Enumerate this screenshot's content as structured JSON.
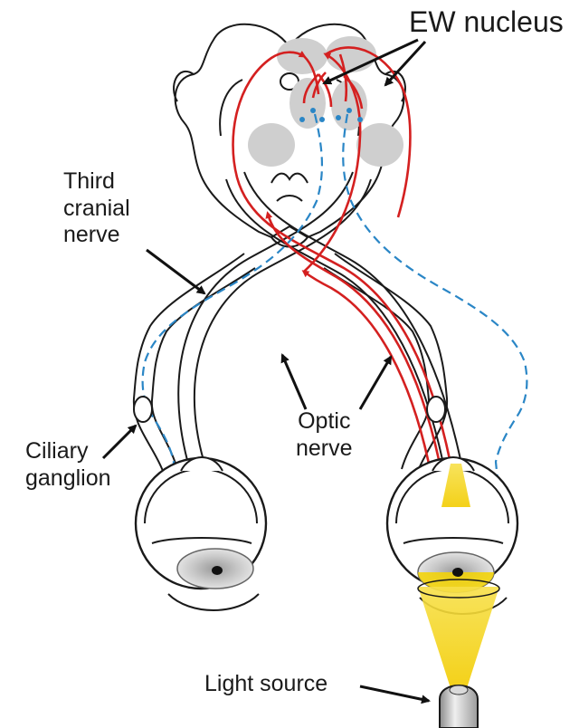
{
  "labels": {
    "ew_nucleus": "EW nucleus",
    "third_cranial_nerve": [
      "Third",
      "cranial",
      "nerve"
    ],
    "optic_nerve": [
      "Optic",
      "nerve"
    ],
    "ciliary_ganglion": [
      "Ciliary",
      "ganglion"
    ],
    "light_source": "Light source"
  },
  "colors": {
    "afferent_pathway": "#d42020",
    "efferent_pathway": "#2a86c6",
    "nucleus_fill": "#cfcfcf",
    "light_beam": "#f5d400",
    "outline": "#1a1a1a"
  }
}
